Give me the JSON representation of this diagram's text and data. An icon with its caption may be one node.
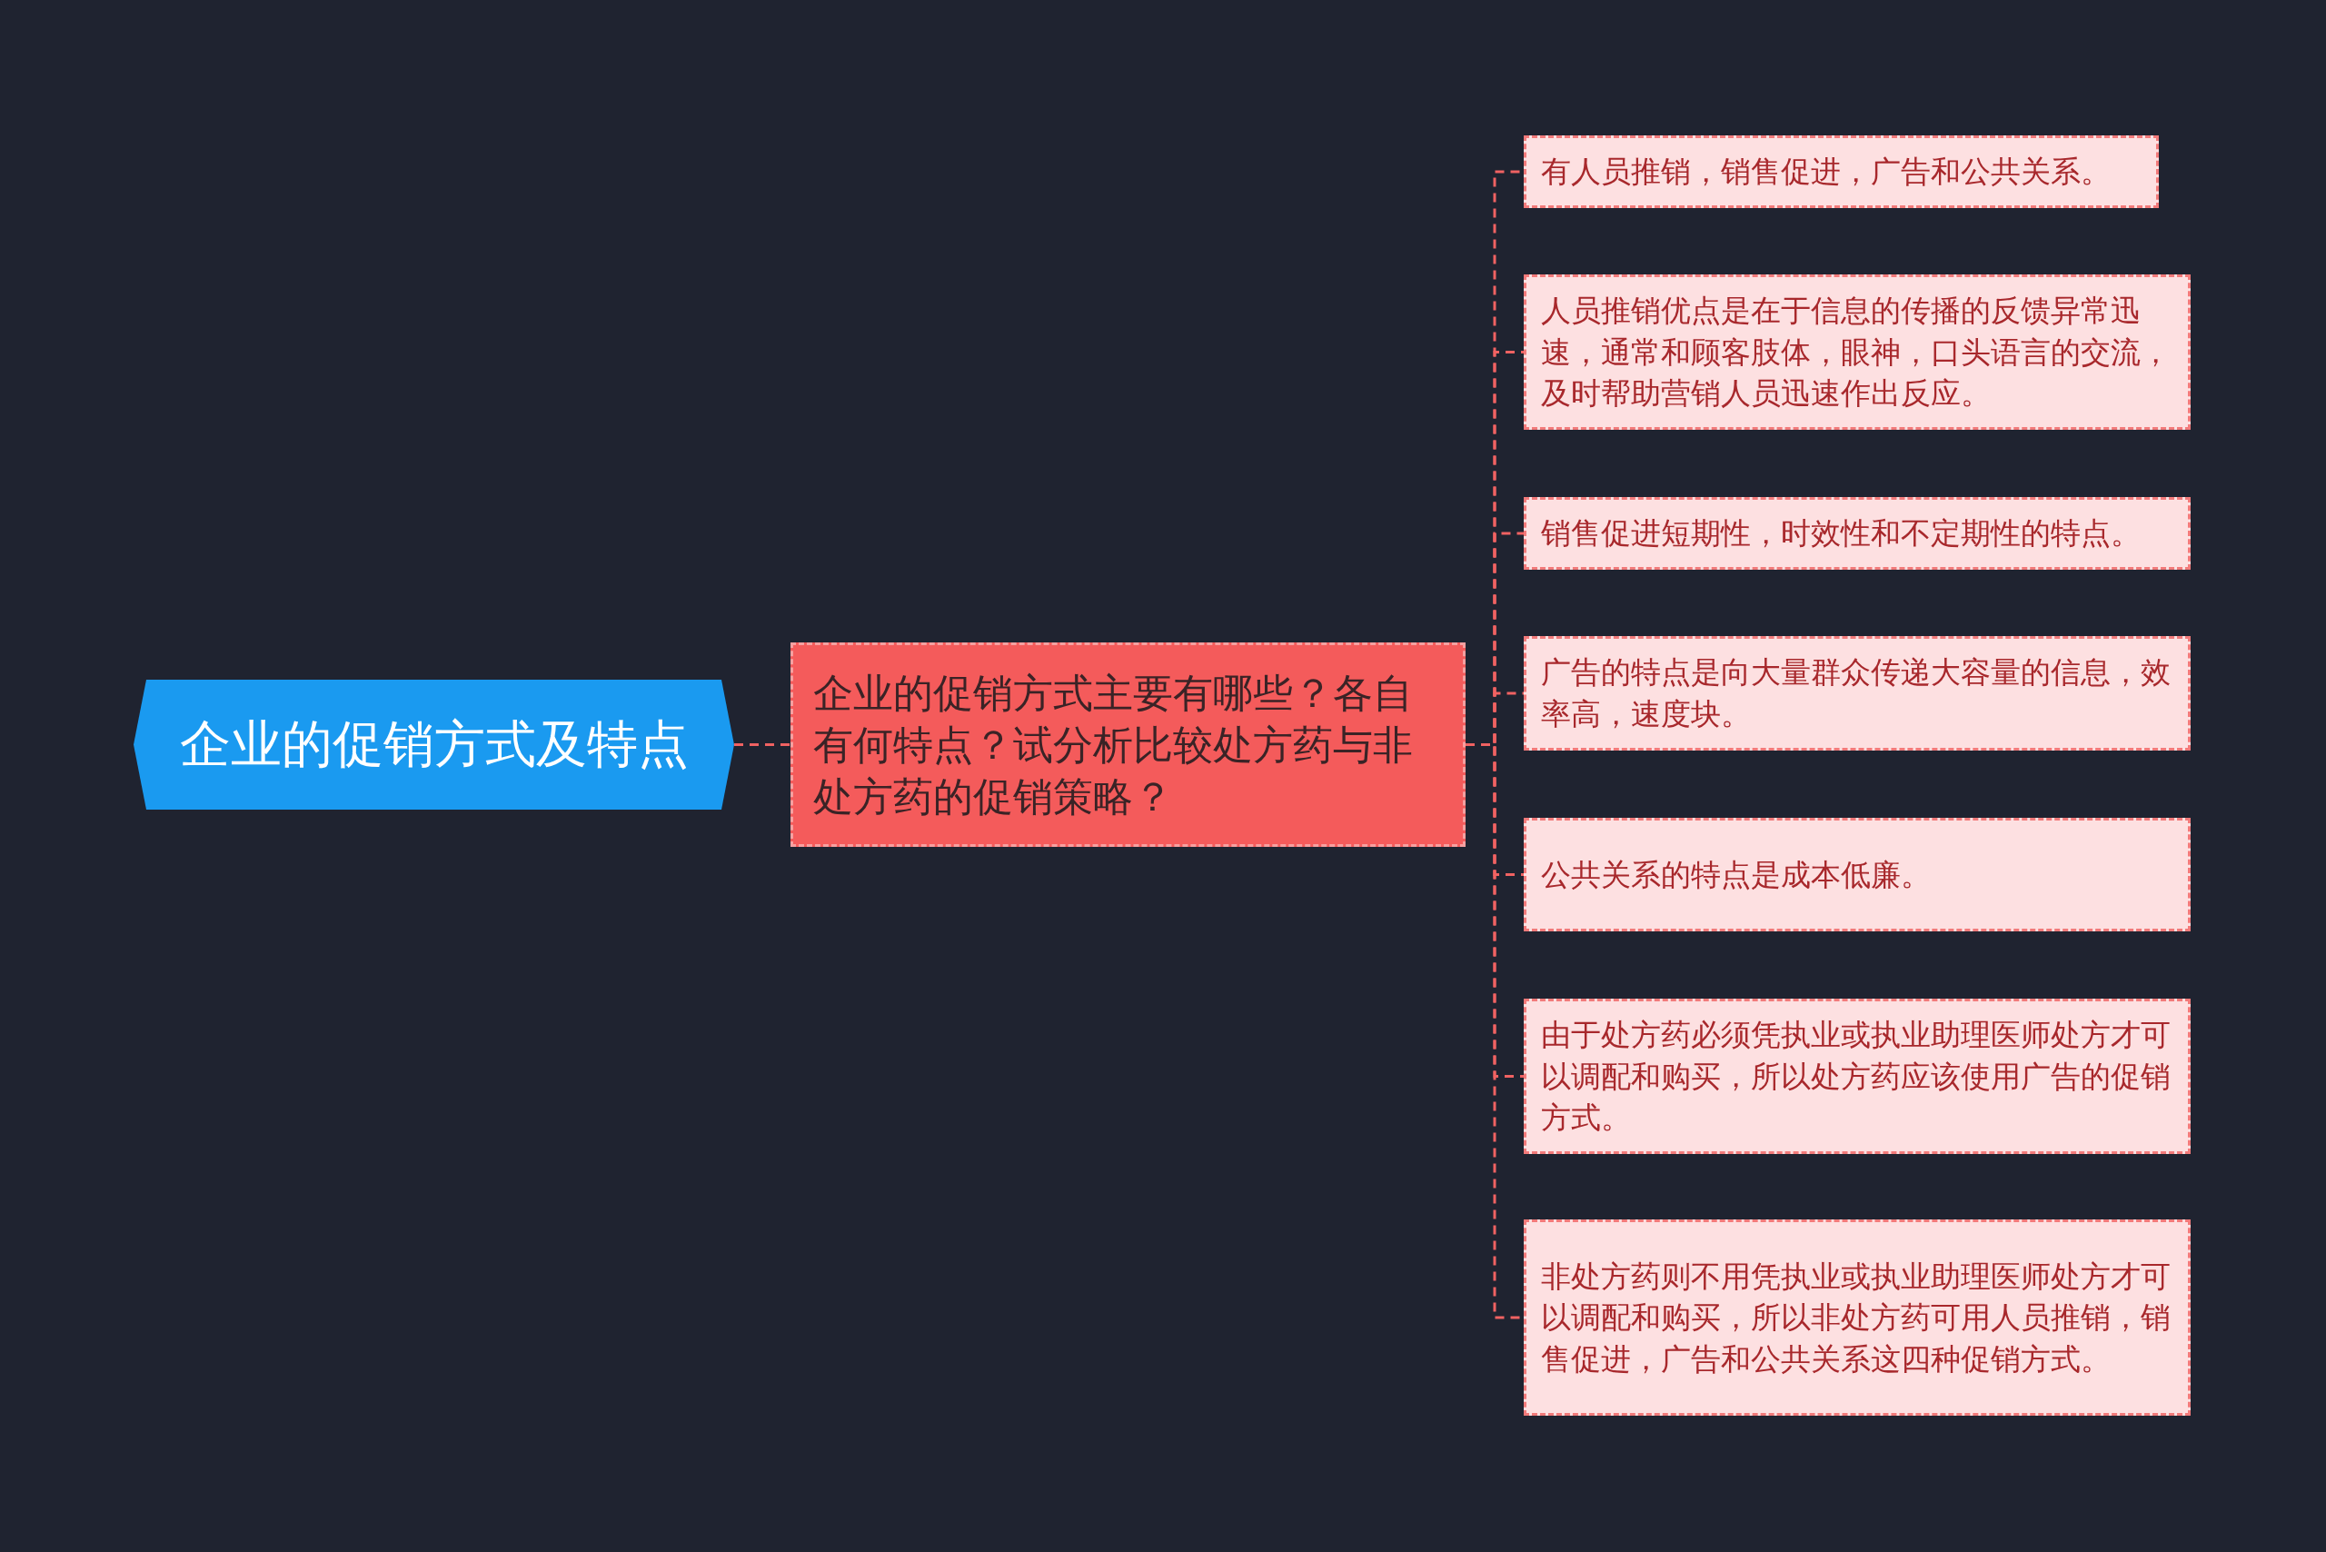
{
  "diagram": {
    "nodes": [
      {
        "text": [
          "企业的促销方式及特点"
        ]
      },
      {
        "text": [
          "企业的促销方式主要有哪些？各自有何特点？试分析比较处方药与非处方药的促销策略？"
        ]
      },
      {
        "text": [
          "有人员推销，销售促进，广告和公共关系。"
        ]
      },
      {
        "text": [
          "人员推销优点是在于信息的传播的反馈异常迅速，通常和顾客肢体，眼神，口头语言的交流，及时帮助营销人员迅速作出反应。"
        ]
      },
      {
        "text": [
          "销售促进短期性，时效性和不定期性的特点。"
        ]
      },
      {
        "text": [
          "广告的特点是向大量群众传递大容量的信息，效率高，速度块。"
        ]
      },
      {
        "text": [
          "公共关系的特点是成本低廉。"
        ]
      },
      {
        "text": [
          "由于处方药必须凭执业或执业助理医师处方才可以调配和购买，所以处方药应该使用广告的促销方式。"
        ]
      },
      {
        "text": [
          "非处方药则不用凭执业或执业助理医师处方才可以调配和购买，所以非处方药可用人员推销，销售促进，广告和公共关系这四种促销方式。"
        ]
      }
    ],
    "edges": [
      {
        "from": 0,
        "to": 1,
        "arrow": "none",
        "style": "dashed"
      },
      {
        "from": 1,
        "to": 2,
        "arrow": "none",
        "style": "dashed"
      },
      {
        "from": 1,
        "to": 3,
        "arrow": "none",
        "style": "dashed"
      },
      {
        "from": 1,
        "to": 4,
        "arrow": "none",
        "style": "dashed"
      },
      {
        "from": 1,
        "to": 5,
        "arrow": "none",
        "style": "dashed"
      },
      {
        "from": 1,
        "to": 6,
        "arrow": "none",
        "style": "dashed"
      },
      {
        "from": 1,
        "to": 7,
        "arrow": "none",
        "style": "dashed"
      },
      {
        "from": 1,
        "to": 8,
        "arrow": "none",
        "style": "dashed"
      }
    ]
  }
}
